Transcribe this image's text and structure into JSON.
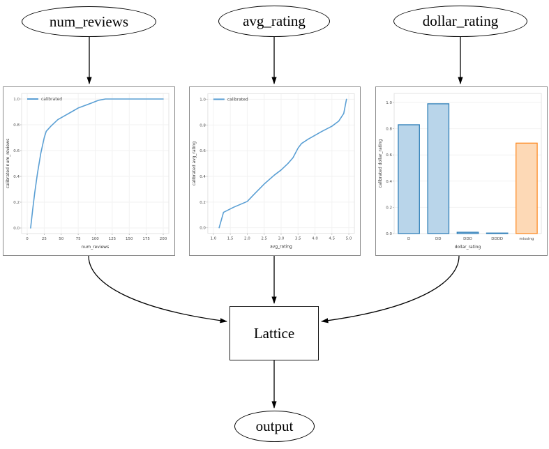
{
  "nodes": {
    "num_reviews": "num_reviews",
    "avg_rating": "avg_rating",
    "dollar_rating": "dollar_rating",
    "lattice": "Lattice",
    "output": "output"
  },
  "colors": {
    "line_blue": "#5a9fd4",
    "bar_blue_fill": "#b9d5ea",
    "bar_blue_edge": "#2f7fb8",
    "bar_orange_fill": "#fdd9b6",
    "bar_orange_edge": "#fd8c27",
    "grid": "#f2f2f2",
    "axes_frame": "#e3e3e3",
    "tick_text": "#4d4d4d",
    "edge_black": "#000000"
  },
  "chart_data": [
    {
      "type": "line",
      "title": "",
      "xlabel": "num_reviews",
      "ylabel": "calibrated num_reviews",
      "legend": [
        "calibrated"
      ],
      "legend_position": "upper-left",
      "grid": "both",
      "xlim": [
        0,
        200
      ],
      "ylim": [
        0.0,
        1.0
      ],
      "xticks": [
        0,
        25,
        50,
        75,
        100,
        125,
        150,
        175,
        200
      ],
      "xtick_labels": [
        "0",
        "25",
        "50",
        "75",
        "100",
        "125",
        "150",
        "175",
        "200"
      ],
      "yticks": [
        0.0,
        0.2,
        0.4,
        0.6,
        0.8,
        1.0
      ],
      "ytick_labels": [
        "0.0",
        "0.2",
        "0.4",
        "0.6",
        "0.8",
        "1.0"
      ],
      "series": [
        {
          "name": "calibrated",
          "color": "#5a9fd4",
          "x": [
            5,
            8,
            11,
            15,
            20,
            25,
            28,
            35,
            45,
            55,
            65,
            75,
            85,
            95,
            105,
            115,
            200
          ],
          "y": [
            0.0,
            0.14,
            0.27,
            0.42,
            0.58,
            0.7,
            0.75,
            0.79,
            0.84,
            0.87,
            0.9,
            0.93,
            0.95,
            0.97,
            0.99,
            1.0,
            1.0
          ]
        }
      ]
    },
    {
      "type": "line",
      "title": "",
      "xlabel": "avg_rating",
      "ylabel": "calibrated avg_rating",
      "legend": [
        "calibrated"
      ],
      "legend_position": "upper-left",
      "grid": "both",
      "xlim": [
        1.0,
        5.0
      ],
      "ylim": [
        0.0,
        1.0
      ],
      "xticks": [
        1.0,
        1.5,
        2.0,
        2.5,
        3.0,
        3.5,
        4.0,
        4.5,
        5.0
      ],
      "xtick_labels": [
        "1.0",
        "1.5",
        "2.0",
        "2.5",
        "3.0",
        "3.5",
        "4.0",
        "4.5",
        "5.0"
      ],
      "yticks": [
        0.0,
        0.2,
        0.4,
        0.6,
        0.8,
        1.0
      ],
      "ytick_labels": [
        "0.0",
        "0.2",
        "0.4",
        "0.6",
        "0.8",
        "1.0"
      ],
      "series": [
        {
          "name": "calibrated",
          "color": "#5a9fd4",
          "x": [
            1.17,
            1.3,
            1.6,
            2.0,
            2.2,
            2.5,
            2.8,
            3.0,
            3.2,
            3.35,
            3.5,
            3.6,
            3.8,
            4.0,
            4.2,
            4.5,
            4.7,
            4.85,
            4.93
          ],
          "y": [
            0.0,
            0.12,
            0.16,
            0.205,
            0.26,
            0.34,
            0.41,
            0.45,
            0.5,
            0.545,
            0.62,
            0.655,
            0.69,
            0.72,
            0.75,
            0.79,
            0.83,
            0.89,
            1.0
          ]
        }
      ]
    },
    {
      "type": "bar",
      "title": "",
      "xlabel": "dollar_rating",
      "ylabel": "calibrated dollar_rating",
      "grid": "horizontal",
      "categories": [
        "D",
        "DD",
        "DDD",
        "DDDD",
        "missing"
      ],
      "values": [
        0.83,
        0.99,
        0.01,
        0.004,
        0.69
      ],
      "ylim": [
        0.0,
        1.0
      ],
      "yticks": [
        0.0,
        0.2,
        0.4,
        0.6,
        0.8,
        1.0
      ],
      "ytick_labels": [
        "0.0",
        "0.2",
        "0.4",
        "0.6",
        "0.8",
        "1.0"
      ],
      "bar_fills": [
        "#b9d5ea",
        "#b9d5ea",
        "#b9d5ea",
        "#b9d5ea",
        "#fdd9b6"
      ],
      "bar_edges": [
        "#2f7fb8",
        "#2f7fb8",
        "#2f7fb8",
        "#2f7fb8",
        "#fd8c27"
      ]
    }
  ]
}
